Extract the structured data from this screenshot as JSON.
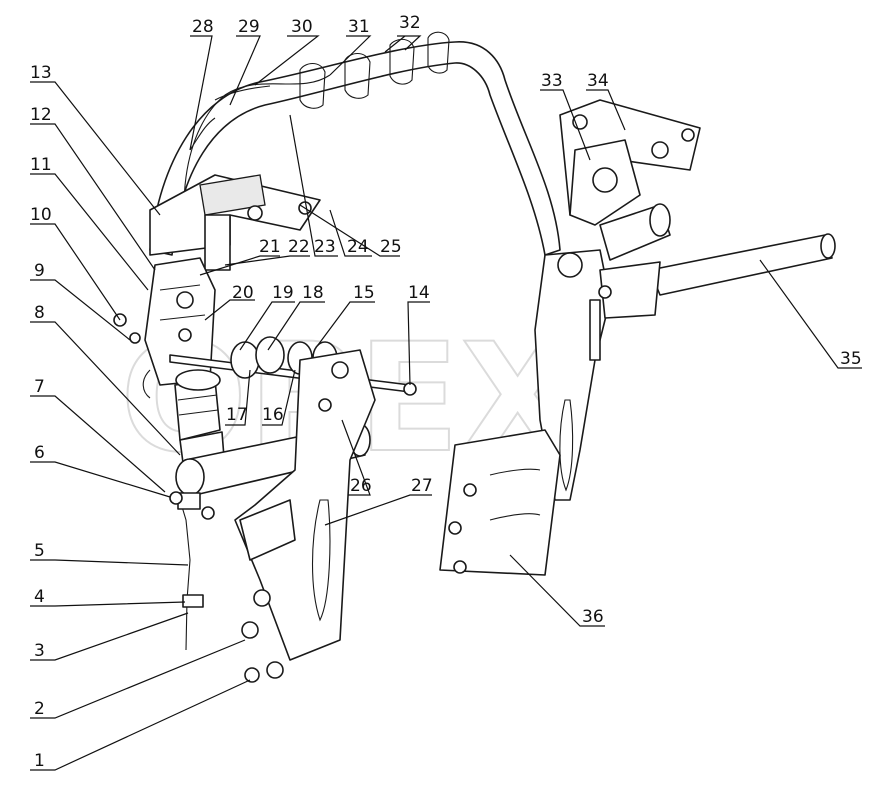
{
  "watermark": {
    "text": "OPEX"
  },
  "callouts": [
    {
      "id": "c1",
      "label": "1"
    },
    {
      "id": "c2",
      "label": "2"
    },
    {
      "id": "c3",
      "label": "3"
    },
    {
      "id": "c4",
      "label": "4"
    },
    {
      "id": "c5",
      "label": "5"
    },
    {
      "id": "c6",
      "label": "6"
    },
    {
      "id": "c7",
      "label": "7"
    },
    {
      "id": "c8",
      "label": "8"
    },
    {
      "id": "c9",
      "label": "9"
    },
    {
      "id": "c10",
      "label": "10"
    },
    {
      "id": "c11",
      "label": "11"
    },
    {
      "id": "c12",
      "label": "12"
    },
    {
      "id": "c13",
      "label": "13"
    },
    {
      "id": "c14",
      "label": "14"
    },
    {
      "id": "c15",
      "label": "15"
    },
    {
      "id": "c16",
      "label": "16"
    },
    {
      "id": "c17",
      "label": "17"
    },
    {
      "id": "c18",
      "label": "18"
    },
    {
      "id": "c19",
      "label": "19"
    },
    {
      "id": "c20",
      "label": "20"
    },
    {
      "id": "c21",
      "label": "21"
    },
    {
      "id": "c22",
      "label": "22"
    },
    {
      "id": "c23",
      "label": "23"
    },
    {
      "id": "c24",
      "label": "24"
    },
    {
      "id": "c25",
      "label": "25"
    },
    {
      "id": "c26",
      "label": "26"
    },
    {
      "id": "c27",
      "label": "27"
    },
    {
      "id": "c28",
      "label": "28"
    },
    {
      "id": "c29",
      "label": "29"
    },
    {
      "id": "c30",
      "label": "30"
    },
    {
      "id": "c31",
      "label": "31"
    },
    {
      "id": "c32",
      "label": "32"
    },
    {
      "id": "c33",
      "label": "33"
    },
    {
      "id": "c34",
      "label": "34"
    },
    {
      "id": "c35",
      "label": "35"
    },
    {
      "id": "c36",
      "label": "36"
    }
  ]
}
